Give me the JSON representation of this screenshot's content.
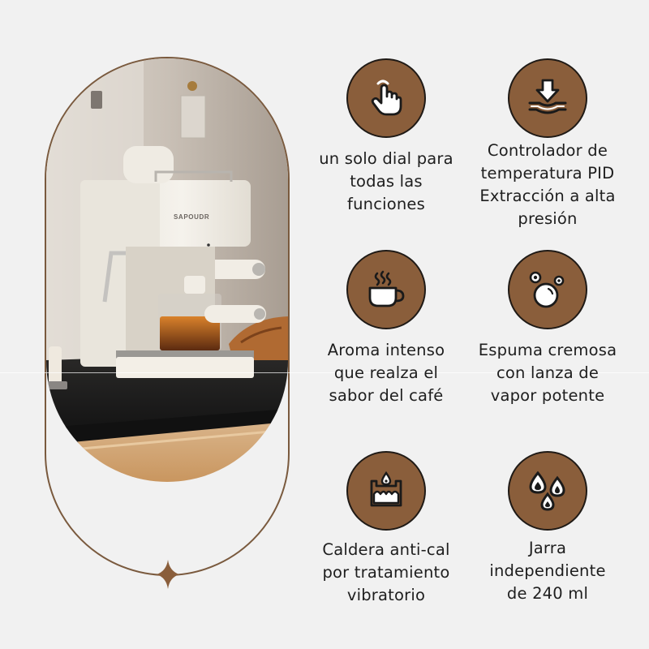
{
  "colors": {
    "background": "#f1f1f1",
    "accent_brown": "#8a5e3b",
    "outline_brown": "#7a5a3e",
    "icon_stroke": "#1f1a16",
    "text": "#1e1e1e"
  },
  "product_image": {
    "alt": "Cafetera espresso blanca sobre encimera de mármol negro",
    "brand_label": "SAPOUDR",
    "frame_shape": "capsule",
    "ornament": "four-point-star-icon"
  },
  "features": [
    {
      "icon": "tap-finger-icon",
      "caption": [
        "un solo dial para",
        "todas las",
        "funciones"
      ]
    },
    {
      "icon": "pressure-down-arrow-icon",
      "caption": [
        "Controlador de",
        "temperatura PID",
        "Extracción a alta",
        "presión"
      ]
    },
    {
      "icon": "steaming-cup-icon",
      "caption": [
        "Aroma intenso",
        "que realza el",
        "sabor del café"
      ]
    },
    {
      "icon": "foam-bubbles-icon",
      "caption": [
        "Espuma cremosa",
        "con lanza de",
        "vapor potente"
      ]
    },
    {
      "icon": "boiler-drop-icon",
      "caption": [
        "Caldera anti-cal",
        "por tratamiento",
        "vibratorio"
      ]
    },
    {
      "icon": "water-drops-icon",
      "caption": [
        "Jarra",
        "independiente",
        "de 240 ml"
      ]
    }
  ]
}
